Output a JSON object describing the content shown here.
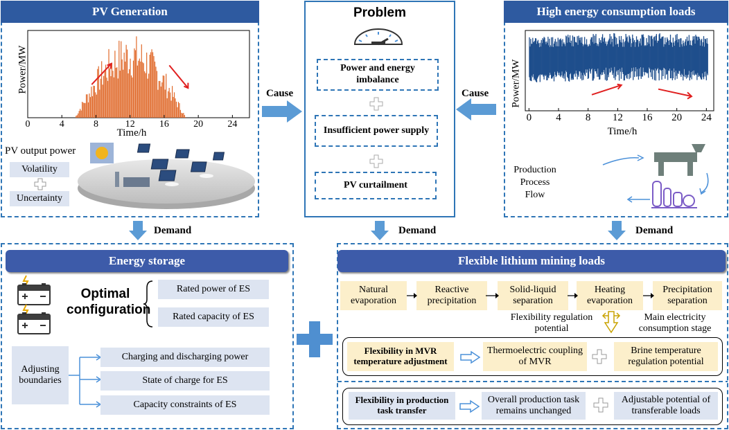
{
  "pv": {
    "title": "PV Generation",
    "chart_ylabel": "Power/MW",
    "chart_xlabel": "Time/h",
    "xticks": [
      "0",
      "4",
      "8",
      "12",
      "16",
      "20",
      "24"
    ],
    "output_label": "PV output power",
    "volatility": "Volatility",
    "uncertainty": "Uncertainty",
    "bar_color": "#E06A2B"
  },
  "problem": {
    "title": "Problem",
    "item1": "Power and energy imbalance",
    "item2": "Insufficient power supply",
    "item3": "PV curtailment"
  },
  "loads": {
    "title": "High energy consumption loads",
    "chart_ylabel": "Power/MW",
    "chart_xlabel": "Time/h",
    "xticks": [
      "0",
      "4",
      "8",
      "12",
      "16",
      "20",
      "24"
    ],
    "flow_label_1": "Production",
    "flow_label_2": "Process",
    "flow_label_3": "Flow",
    "bar_color": "#1F4E8C"
  },
  "arrows": {
    "cause_left": "Cause",
    "cause_right": "Cause",
    "demand_left": "Demand",
    "demand_center": "Demand",
    "demand_right": "Demand"
  },
  "storage": {
    "title": "Energy storage",
    "optimal": "Optimal configuration",
    "rated_power": "Rated power of ES",
    "rated_capacity": "Rated capacity of ES",
    "adjusting": "Adjusting boundaries",
    "charging": "Charging and discharging power",
    "soc": "State of charge for ES",
    "capacity_constraints": "Capacity constraints of ES"
  },
  "lithium": {
    "title": "Flexible lithium mining loads",
    "steps": [
      "Natural evaporation",
      "Reactive precipitation",
      "Solid-liquid separation",
      "Heating evaporation",
      "Precipitation separation"
    ],
    "flex_potential": "Flexibility regulation potential",
    "main_stage": "Main electricity consumption stage",
    "mvr_title": "Flexibility in MVR temperature adjustment",
    "mvr_coupling": "Thermoelectric coupling of MVR",
    "brine": "Brine temperature regulation potential",
    "task_title": "Flexibility in production task transfer",
    "task_unchanged": "Overall production task remains unchanged",
    "transferable": "Adjustable potential of transferable loads"
  },
  "chart_data": [
    {
      "type": "bar",
      "ylabel": "Power/MW",
      "xlabel": "Time/h",
      "xlim": [
        0,
        26
      ],
      "ylim": [
        0,
        1
      ],
      "x_ticks": [
        0,
        4,
        8,
        12,
        16,
        20,
        24
      ],
      "profile": {
        "start": 5.5,
        "peak": 12,
        "end": 18.5,
        "peak_value": 0.97
      }
    },
    {
      "type": "bar",
      "ylabel": "Power/MW",
      "xlabel": "Time/h",
      "xlim": [
        -0.5,
        25
      ],
      "ylim": [
        0,
        1
      ],
      "x_ticks": [
        0,
        4,
        8,
        12,
        16,
        20,
        24
      ],
      "band": {
        "low_min": 0.3,
        "low_max": 0.55,
        "high_min": 0.75,
        "high_max": 0.97
      }
    }
  ]
}
